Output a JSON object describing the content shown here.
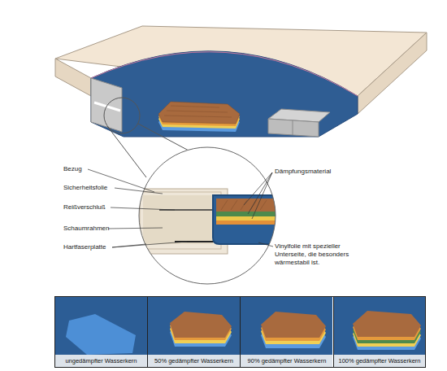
{
  "diagram": {
    "nodes": [
      {
        "text": [
          "ungedämpfter Wasserkern"
        ]
      },
      {
        "text": [
          "50% gedämpfter Wasserkern"
        ]
      },
      {
        "text": [
          "90% gedämpfter Wasserkern"
        ]
      },
      {
        "text": [
          "100% gedämpfter Wasserkern"
        ]
      }
    ],
    "labels": [
      "Bezug",
      "Sicherheitsfolie",
      "Reißverschluß",
      "Schaumrahmen",
      "Hartfaserplatte",
      "Dämpfungsmaterial",
      "Vinylfolie mit spezieller Unterseite, die besonders wärmestabil ist."
    ]
  }
}
